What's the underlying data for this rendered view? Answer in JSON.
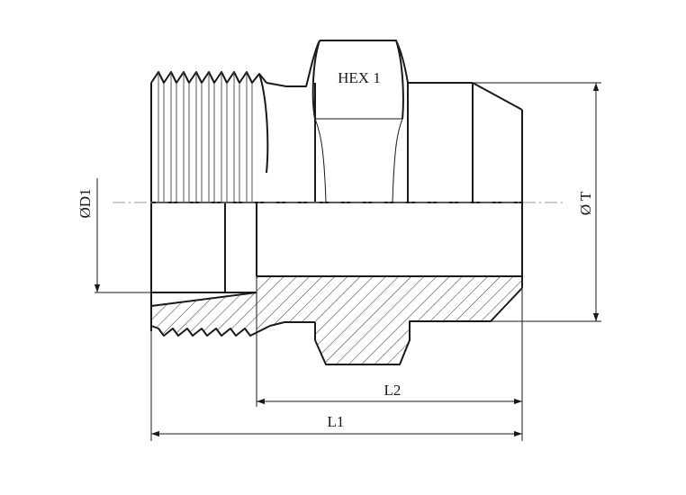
{
  "labels": {
    "hex": "HEX 1",
    "d1": "ØD1",
    "t": "Ø T",
    "l1": "L1",
    "l2": "L2"
  },
  "colors": {
    "line": "#1a1a1a",
    "centerline": "#9a9a9a",
    "background": "#ffffff"
  }
}
